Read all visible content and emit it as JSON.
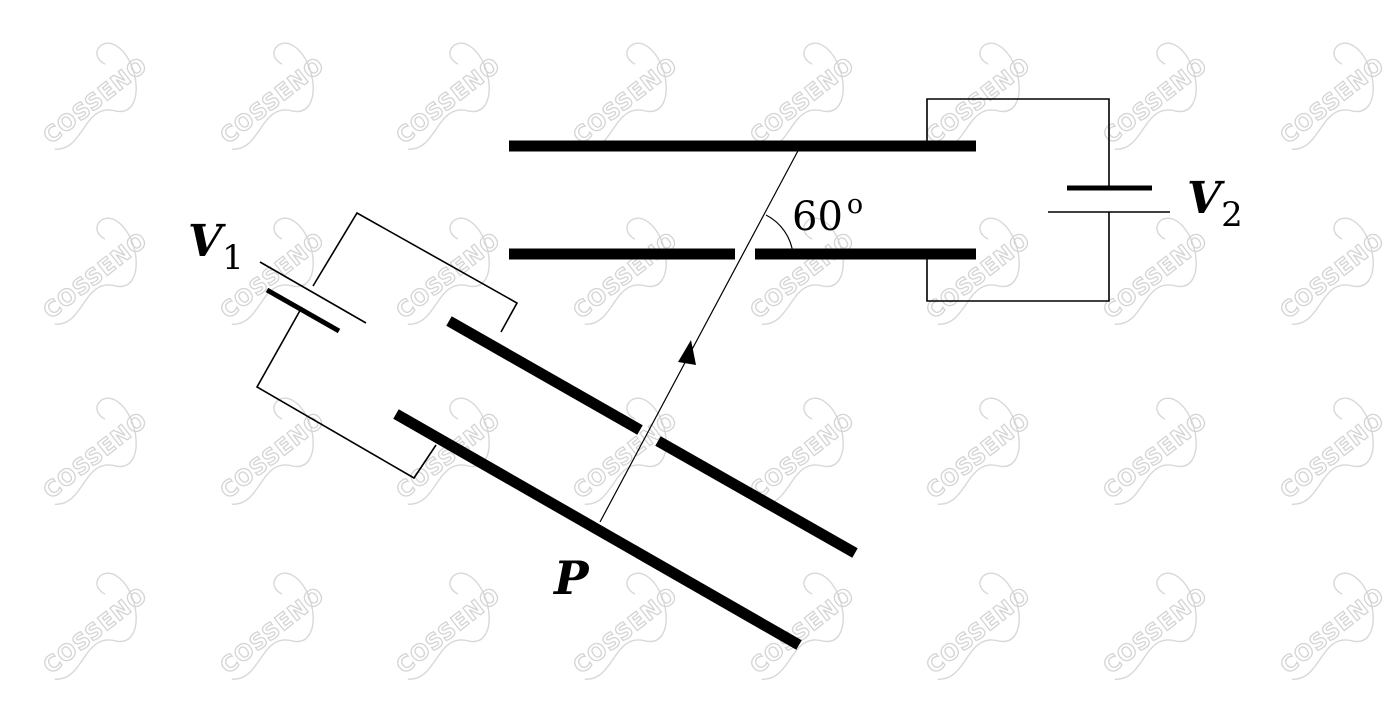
{
  "figure": {
    "watermark_text": "COSSENO",
    "battery_1_label": {
      "symbol": "V",
      "subscript": "1"
    },
    "battery_2_label": {
      "symbol": "V",
      "subscript": "2"
    },
    "point_label": "P",
    "angle_label": {
      "value": "60",
      "unit": "o"
    }
  }
}
